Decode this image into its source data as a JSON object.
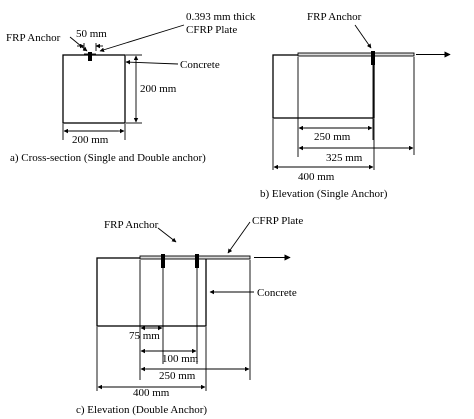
{
  "panel_a": {
    "caption": "a) Cross-section (Single and Double anchor)",
    "frp_anchor": "FRP Anchor",
    "anchor_width": "50 mm",
    "plate_thickness_line1": "0.393 mm thick",
    "plate_thickness_line2": "CFRP Plate",
    "concrete": "Concrete",
    "height": "200 mm",
    "width": "200 mm"
  },
  "panel_b": {
    "caption": "b) Elevation (Single Anchor)",
    "frp_anchor": "FRP Anchor",
    "dim_anchor": "250 mm",
    "dim_plate": "325 mm",
    "dim_length": "400 mm"
  },
  "panel_c": {
    "caption": "c) Elevation (Double Anchor)",
    "frp_anchor": "FRP Anchor",
    "cfrp_plate": "CFRP Plate",
    "concrete": "Concrete",
    "dim_first": "75 mm",
    "dim_spacing": "100 mm",
    "dim_plate": "250 mm",
    "dim_length": "400 mm"
  }
}
